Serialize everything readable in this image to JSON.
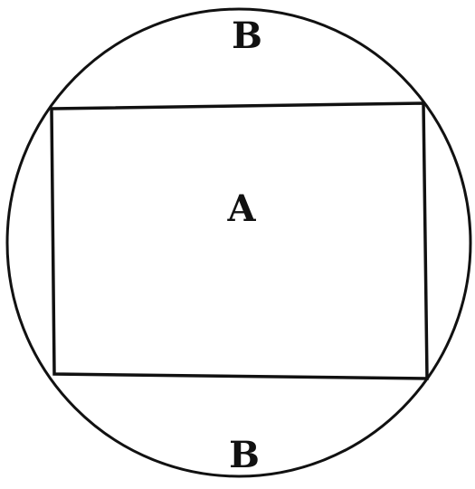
{
  "labels": {
    "top": "B",
    "center": "A",
    "bottom": "B"
  },
  "colors": {
    "line": "#111111",
    "background": "#ffffff"
  }
}
